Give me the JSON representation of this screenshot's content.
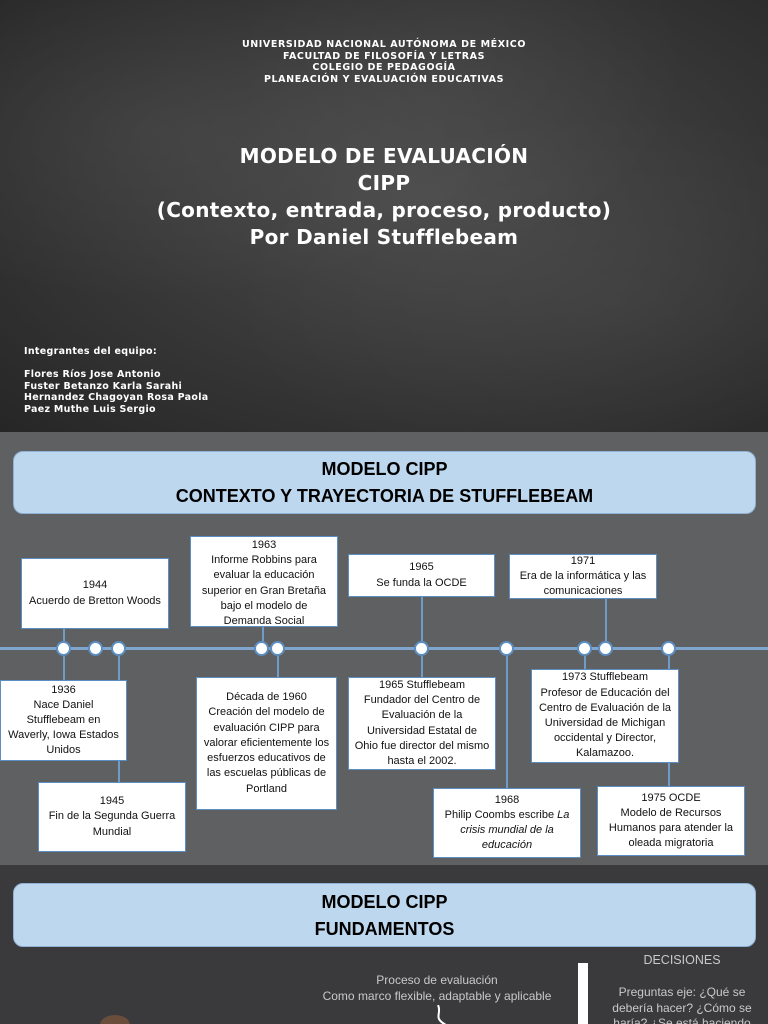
{
  "slide1": {
    "institution": [
      "UNIVERSIDAD NACIONAL AUTÓNOMA DE MÉXICO",
      "FACULTAD DE FILOSOFÍA Y LETRAS",
      "COLEGIO DE PEDAGOGÍA",
      "PLANEACIÓN Y EVALUACIÓN EDUCATIVAS"
    ],
    "title_lines": [
      "MODELO DE EVALUACIÓN",
      "CIPP",
      "(Contexto, entrada, proceso, producto)",
      "Por Daniel Stufflebeam"
    ],
    "team_heading": "Integrantes del equipo:",
    "team_members": [
      "Flores Ríos Jose Antonio",
      "Fuster Betanzo Karla Sarahi",
      "Hernandez Chagoyan Rosa Paola",
      "Paez Muthe Luis Sergio"
    ]
  },
  "slide2": {
    "banner": [
      "MODELO CIPP",
      "CONTEXTO Y TRAYECTORIA DE STUFFLEBEAM"
    ],
    "events": {
      "e1944": [
        "1944",
        "Acuerdo de Bretton Woods"
      ],
      "e1963": [
        "1963",
        "Informe Robbins para evaluar la educación superior en Gran Bretaña bajo el modelo de Demanda Social"
      ],
      "e1965a": [
        "1965",
        "Se funda la OCDE"
      ],
      "e1971": [
        "1971",
        "Era de la informática y las comunicaciones"
      ],
      "e1936": [
        "1936",
        "Nace Daniel Stufflebeam en Waverly, Iowa Estados Unidos"
      ],
      "e1960": [
        "Década de 1960",
        "Creación del modelo de evaluación CIPP para valorar eficientemente los esfuerzos educativos de las escuelas públicas de Portland"
      ],
      "e1965b": [
        "1965 Stufflebeam",
        "Fundador del Centro de Evaluación de la Universidad Estatal de Ohio fue director del mismo hasta el 2002."
      ],
      "e1973": [
        "1973 Stufflebeam",
        "Profesor de Educación del Centro de Evaluación de la Universidad de Michigan occidental y Director, Kalamazoo."
      ],
      "e1945": [
        "1945",
        "Fin de la Segunda Guerra Mundial"
      ],
      "e1968": [
        "1968",
        "Philip Coombs escribe ",
        "La crisis mundial de la educación"
      ],
      "e1975": [
        "1975 OCDE",
        "Modelo de Recursos Humanos para atender la oleada migratoria"
      ]
    }
  },
  "slide3": {
    "banner": [
      "MODELO CIPP",
      "FUNDAMENTOS"
    ],
    "process_text": [
      "Proceso de evaluación",
      "Como marco flexible, adaptable y aplicable"
    ],
    "decisions_heading": "DECISIONES",
    "questions_text": [
      "Preguntas eje: ¿Qué se",
      "debería hacer? ¿Cómo se",
      "haría? ¿Se está haciendo"
    ]
  }
}
